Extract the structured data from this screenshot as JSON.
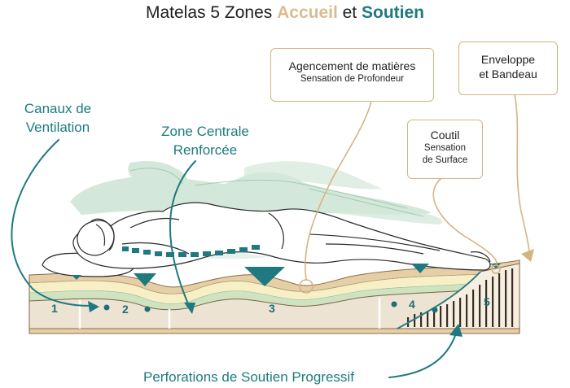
{
  "title": {
    "prefix": "Matelas 5 Zones ",
    "accent1": "Accueil",
    "middle": " et ",
    "accent2": "Soutien"
  },
  "labels": {
    "ventilation_line1": "Canaux de",
    "ventilation_line2": "Ventilation",
    "central_line1": "Zone Centrale",
    "central_line2": "Renforcée",
    "perforations": "Perforations de Soutien Progressif"
  },
  "callouts": {
    "agencement_main": "Agencement de matières",
    "agencement_sub": "Sensation de Profondeur",
    "enveloppe_line1": "Enveloppe",
    "enveloppe_line2": "et Bandeau",
    "coutil_main": "Coutil",
    "coutil_sub1": "Sensation",
    "coutil_sub2": "de Surface"
  },
  "zones": [
    "1",
    "2",
    "3",
    "4",
    "5"
  ],
  "colors": {
    "teal": "#1e7a80",
    "sand": "#d4b483",
    "mattress_face": "#ece3d2",
    "mint": "#cde5d6"
  }
}
